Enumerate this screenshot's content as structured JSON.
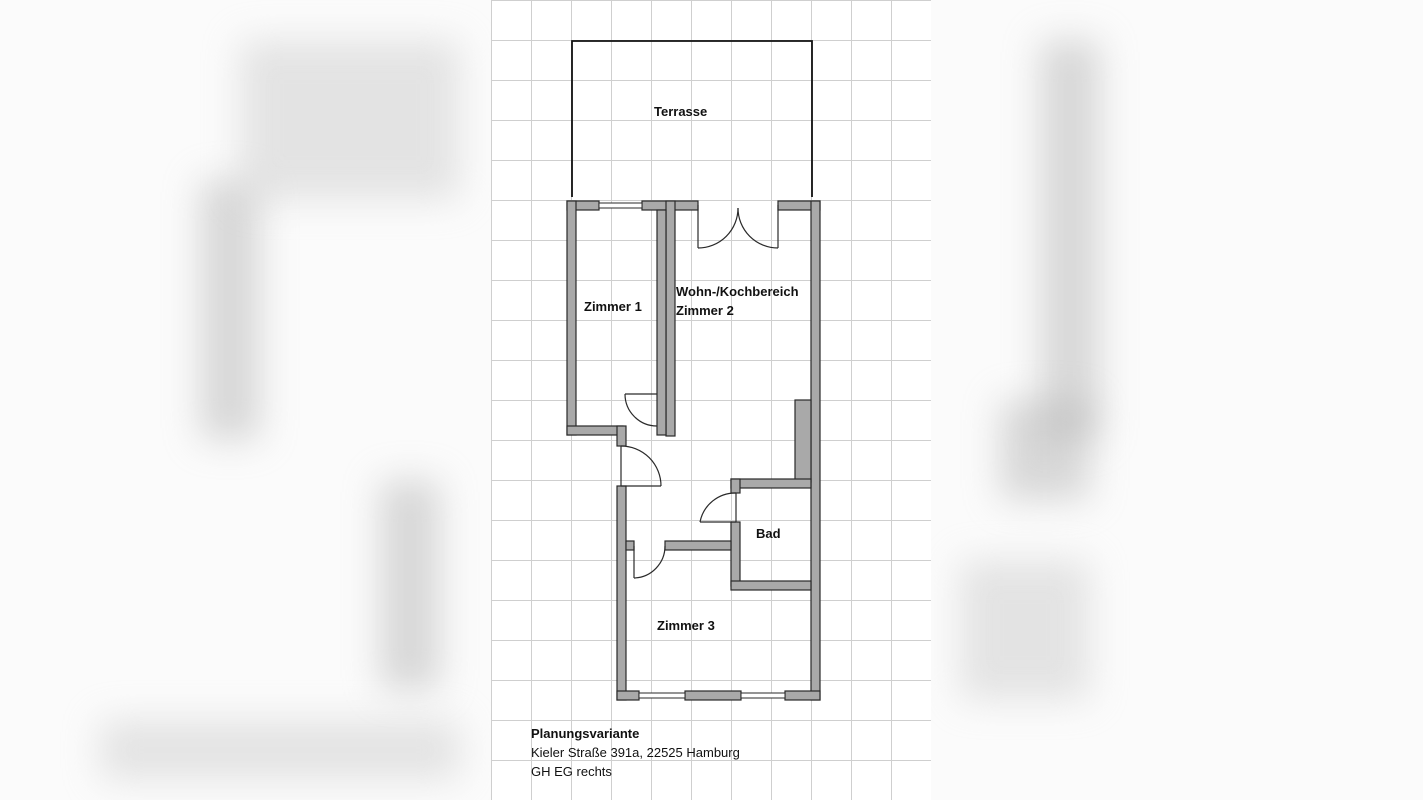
{
  "plan": {
    "rooms": {
      "terrace": "Terrasse",
      "room1": "Zimmer 1",
      "living_line1": "Wohn-/Kochbereich",
      "living_line2": "Zimmer 2",
      "bath": "Bad",
      "room3": "Zimmer 3"
    },
    "caption": {
      "line1": "Planungsvariante",
      "line2": "Kieler Straße 391a, 22525 Hamburg",
      "line3": "GH EG rechts"
    }
  },
  "colors": {
    "wall_fill": "#a9a9a9",
    "wall_stroke": "#2a2a2a",
    "grid": "#cfcfcf",
    "background": "#ffffff"
  }
}
